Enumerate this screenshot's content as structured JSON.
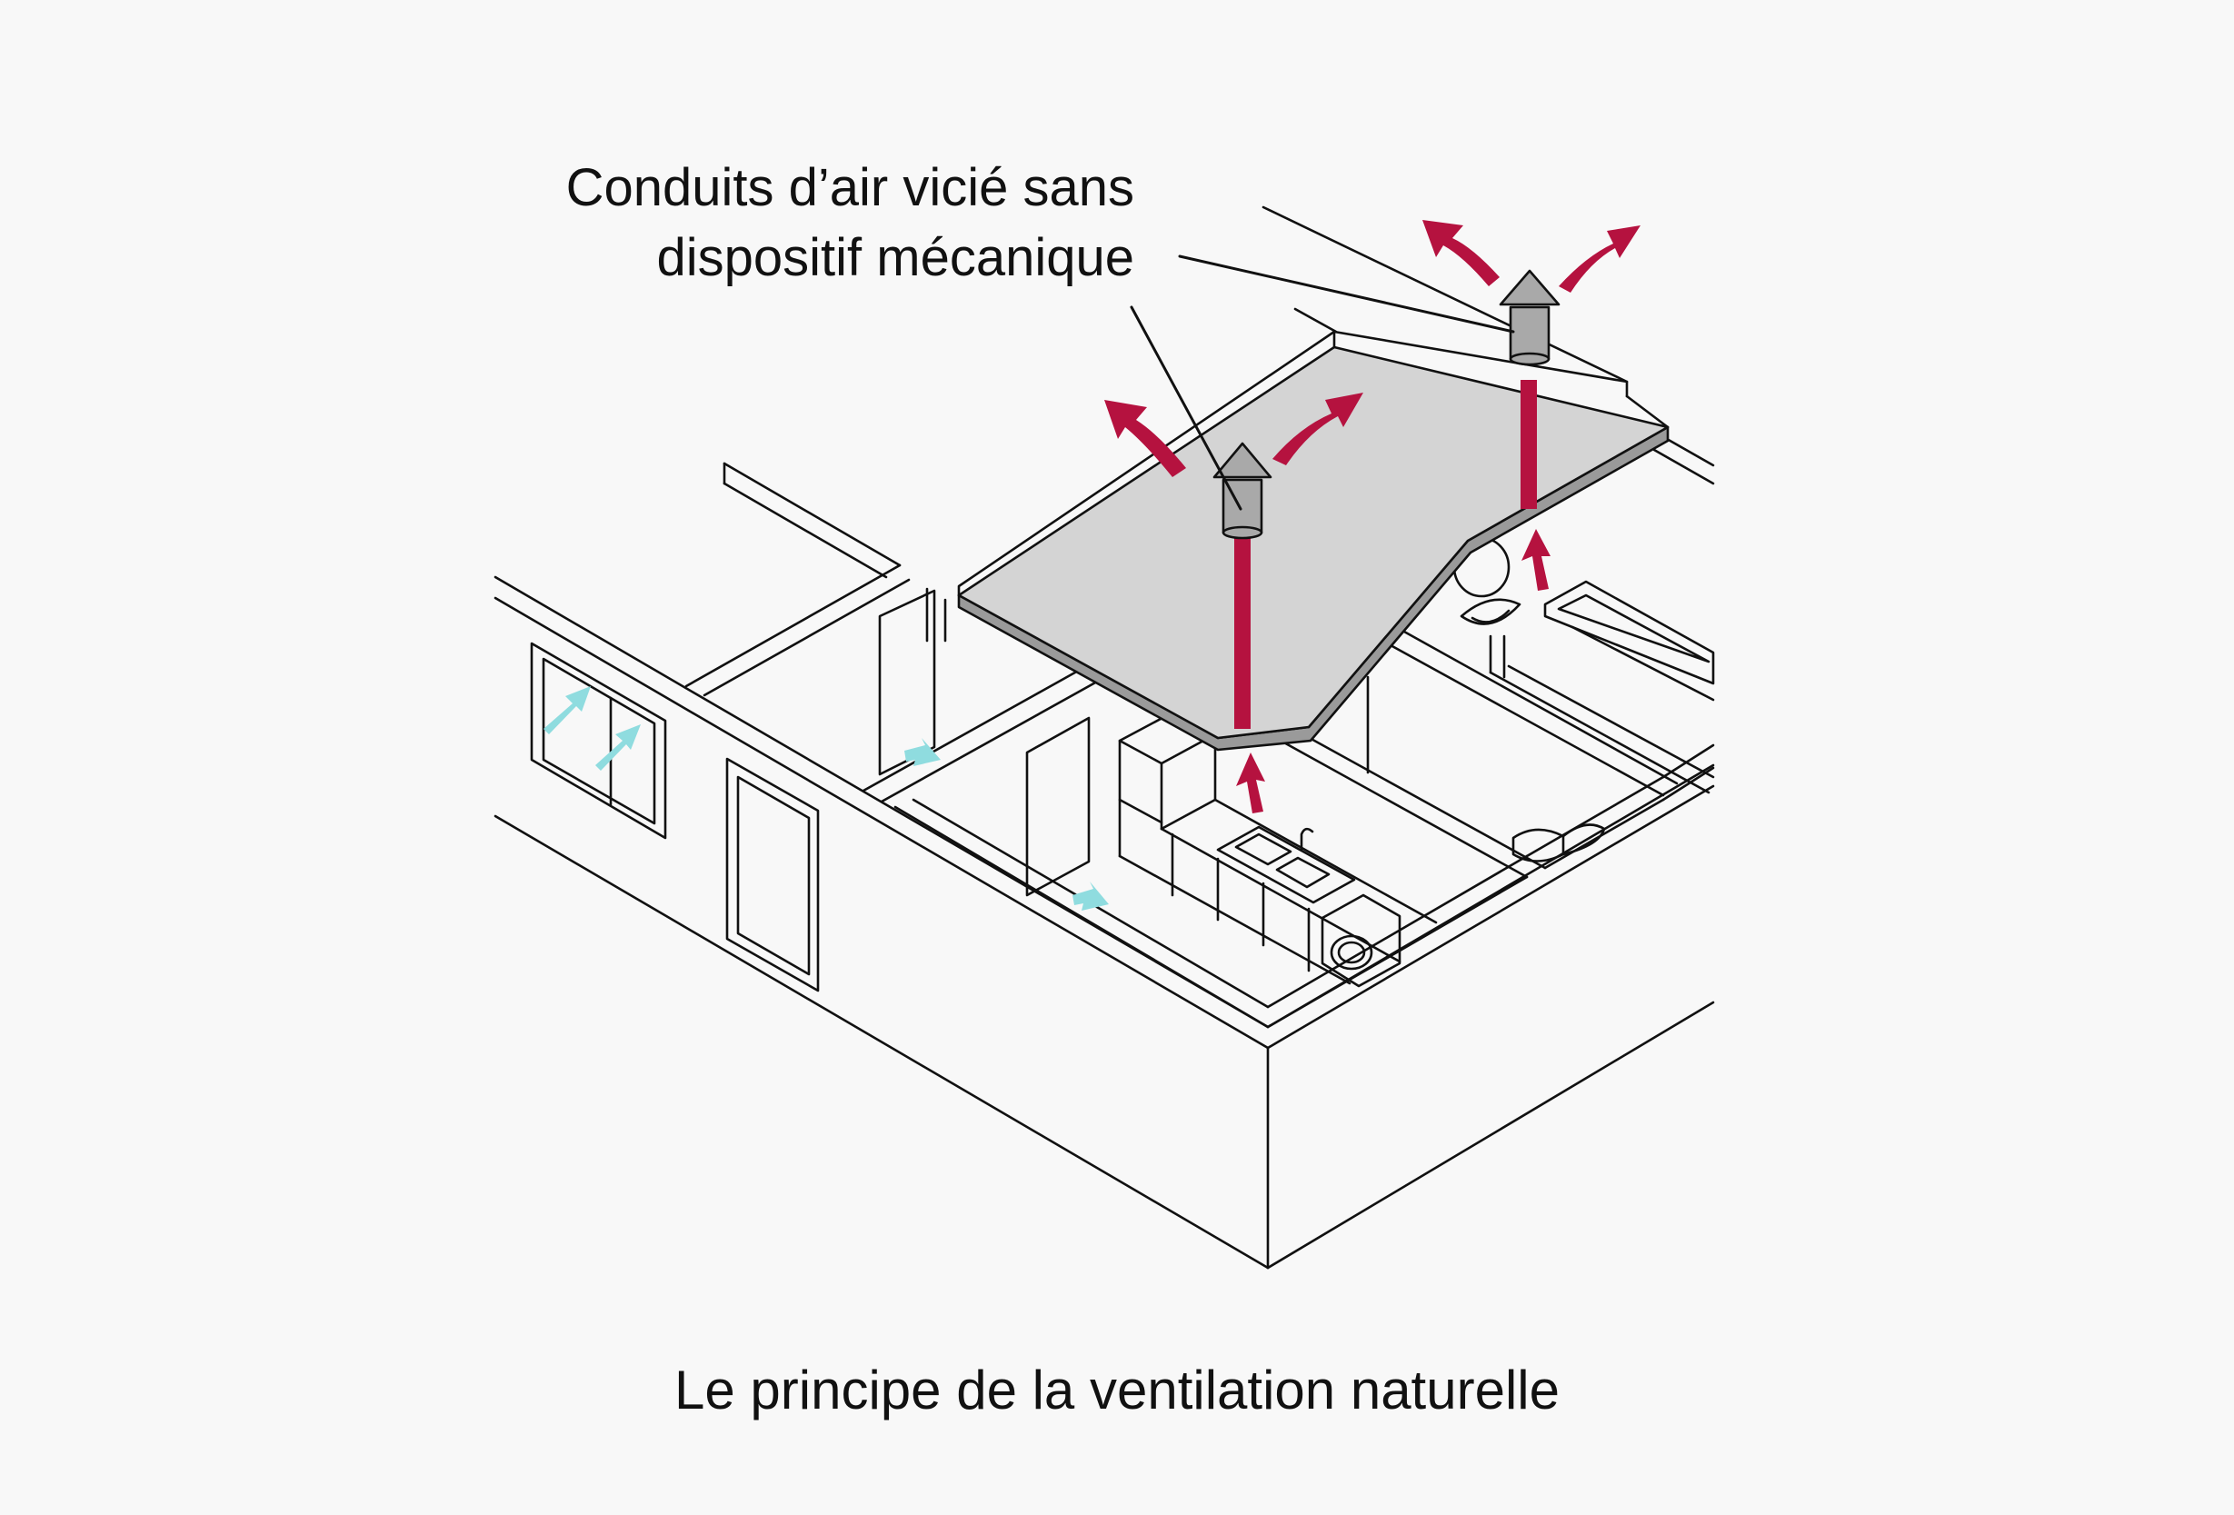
{
  "callout": {
    "line1": "Conduits d’air vicié sans",
    "line2": "dispositif mécanique"
  },
  "caption": "Le principe de la ventilation naturelle",
  "colors": {
    "background": "#f8f8f8",
    "line": "#111111",
    "roof": "#d4d4d4",
    "chimney": "#a9a9a9",
    "stale_air": "#b5123f",
    "fresh_air": "#8fdcdf"
  },
  "icons": [
    "stale-air-arrow-icon",
    "fresh-air-arrow-icon",
    "roof-vent-cap-icon"
  ]
}
